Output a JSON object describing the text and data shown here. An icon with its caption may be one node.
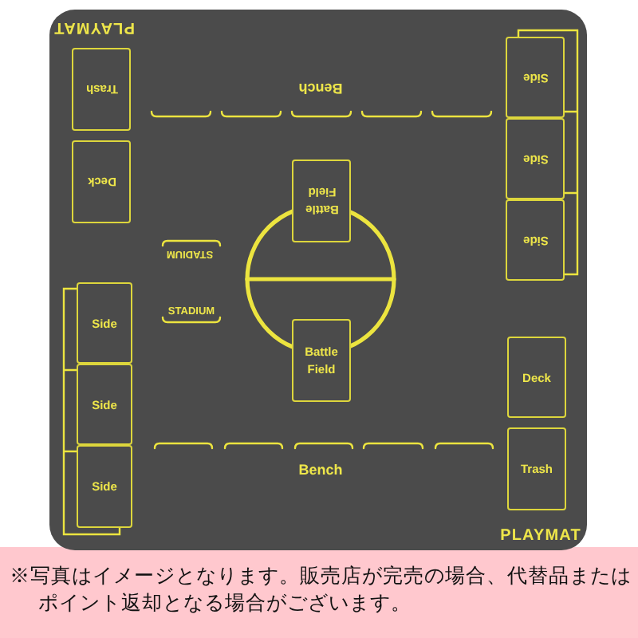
{
  "diagram": {
    "caption": "※写真はイメージとなります。販売店が完売の場合、代替品またはポイント返却となる場合がございます。",
    "nodes": [
      {
        "text": [
          "PLAYMAT",
          "PLAYMAT"
        ]
      },
      {
        "text": [
          "Trash"
        ],
        "in": 0
      },
      {
        "text": [
          "Deck"
        ],
        "in": 0
      },
      {
        "text": [
          "Side"
        ],
        "in": 0
      },
      {
        "text": [
          "Side"
        ],
        "in": 0
      },
      {
        "text": [
          "Side"
        ],
        "in": 0
      },
      {
        "text": [
          "Battle Field"
        ],
        "in": 0
      },
      {
        "text": [
          "Battle Field"
        ],
        "in": 0
      },
      {
        "text": [
          "Side"
        ],
        "in": 0
      },
      {
        "text": [
          "Side"
        ],
        "in": 0
      },
      {
        "text": [
          "Side"
        ],
        "in": 0
      },
      {
        "text": [
          "Deck"
        ],
        "in": 0
      },
      {
        "text": [
          "Trash"
        ],
        "in": 0
      }
    ],
    "labels": [
      "Bench",
      "STADIUM",
      "STADIUM",
      "Bench"
    ]
  }
}
